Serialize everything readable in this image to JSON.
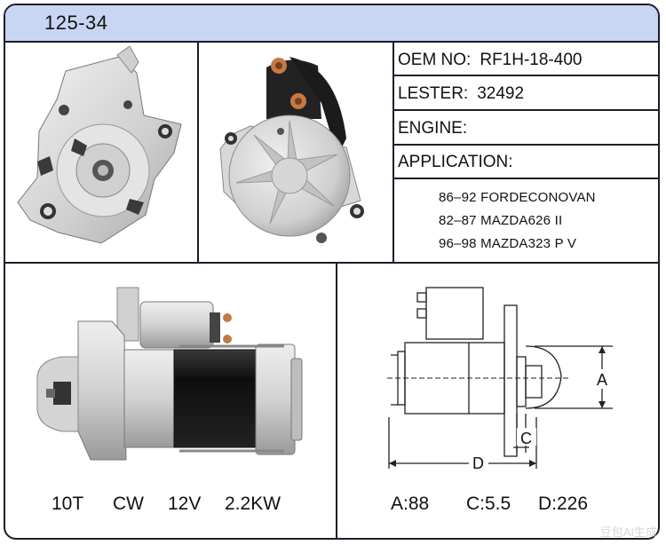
{
  "header": {
    "title": "125-34"
  },
  "info": {
    "oem_label": "OEM NO:",
    "oem_value": "RF1H-18-400",
    "lester_label": "LESTER:",
    "lester_value": "32492",
    "engine_label": "ENGINE:",
    "engine_value": "",
    "application_label": "APPLICATION:"
  },
  "applications": [
    "86–92 FORDECONOVAN",
    "82–87 MAZDA626 II",
    "96–98 MAZDA323 P V"
  ],
  "specs": {
    "teeth": "10T",
    "rotation": "CW",
    "voltage": "12V",
    "power": "2.2KW"
  },
  "dimensions": {
    "a": "A:88",
    "c": "C:5.5",
    "d": "D:226",
    "a_tag": "A",
    "c_tag": "C",
    "d_tag": "D"
  },
  "watermark": "豆包AI生成",
  "colors": {
    "header_bg": "#c9d6f3",
    "border": "#1c1c2a"
  }
}
